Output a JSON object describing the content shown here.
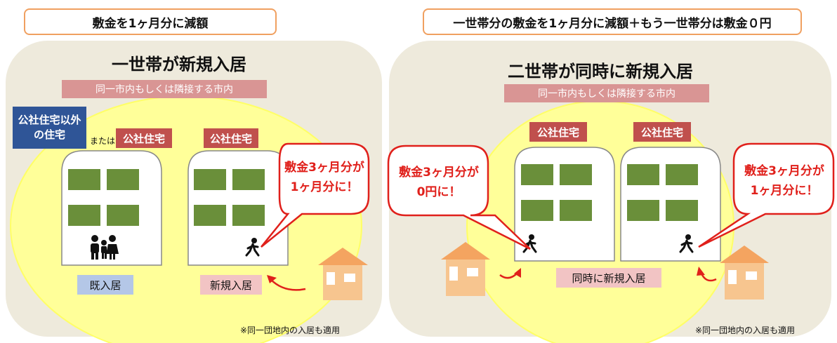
{
  "left": {
    "header": "敷金を1ヶ月分に減額",
    "title": "一世帯が新規入居",
    "area": "同一市内もしくは隣接する市内",
    "other_housing": "公社住宅以外の住宅",
    "or_word": "または",
    "public_housing_a": "公社住宅",
    "public_housing_b": "公社住宅",
    "bubble_line1": "敷金3ヶ月分が",
    "bubble_line2": "1ヶ月分に！",
    "existing_resident": "既入居",
    "new_resident": "新規入居",
    "note": "※同一団地内の入居も適用"
  },
  "right": {
    "header": "一世帯分の敷金を1ヶ月分に減額＋もう一世帯分は敷金０円",
    "title": "二世帯が同時に新規入居",
    "area": "同一市内もしくは隣接する市内",
    "public_housing_a": "公社住宅",
    "public_housing_b": "公社住宅",
    "bubble_left_line1": "敷金3ヶ月分が",
    "bubble_left_line2": "0円に！",
    "bubble_right_line1": "敷金3ヶ月分が",
    "bubble_right_line2": "1ヶ月分に！",
    "simultaneous": "同時に新規入居",
    "note": "※同一団地内の入居も適用"
  },
  "colors": {
    "panel": "#eeeadc",
    "circle": "#ffff99",
    "window": "#6a8f3a",
    "bubble_border": "#e0201b",
    "house": "#f4a460"
  }
}
